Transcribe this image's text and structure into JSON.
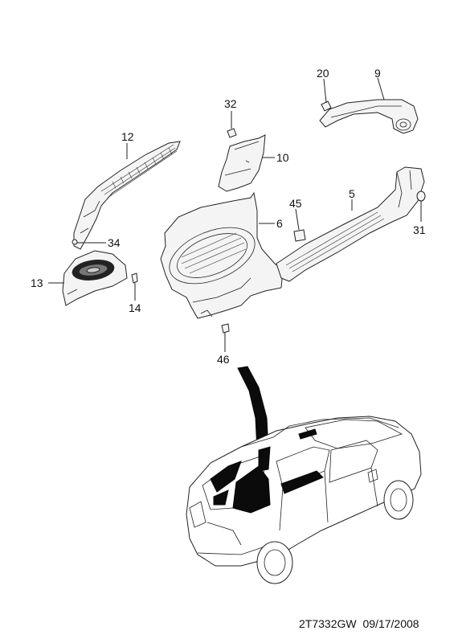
{
  "callouts": {
    "c20": "20",
    "c9": "9",
    "c32": "32",
    "c12": "12",
    "c10": "10",
    "c45": "45",
    "c5": "5",
    "c6": "6",
    "c34": "34",
    "c31": "31",
    "c13": "13",
    "c14": "14",
    "c46": "46"
  },
  "footer": {
    "code": "2T7332GW",
    "date": "09/17/2008"
  }
}
